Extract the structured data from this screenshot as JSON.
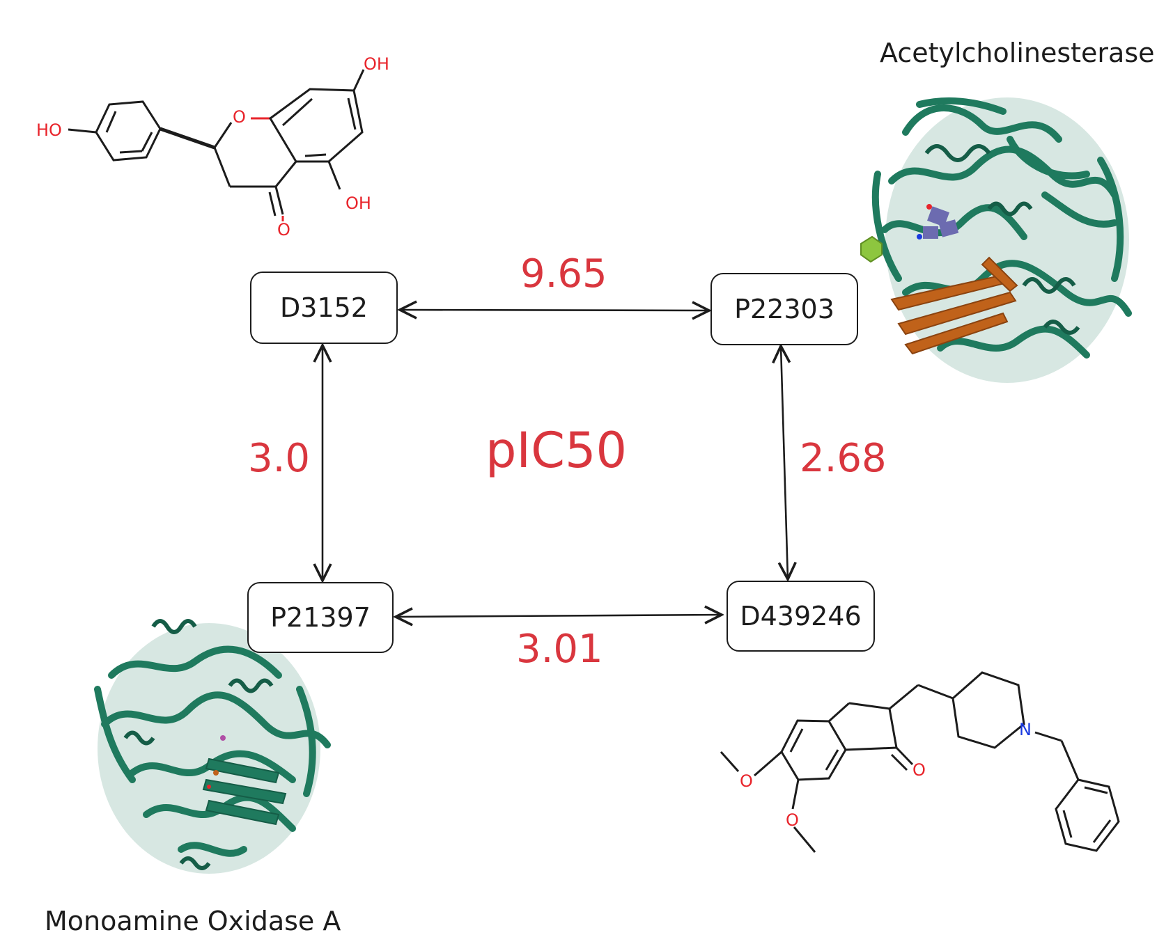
{
  "center_label": "pIC50",
  "nodes": {
    "d3152": "D3152",
    "p22303": "P22303",
    "p21397": "P21397",
    "d439246": "D439246"
  },
  "edges": {
    "d3152_p22303": "9.65",
    "d3152_p21397": "3.0",
    "p22303_d439246": "2.68",
    "p21397_d439246": "3.01"
  },
  "proteins": {
    "top_right": "Acetylcholinesterase",
    "bottom_left": "Monoamine Oxidase A"
  },
  "molecule_atoms": {
    "hydroxyl": "OH",
    "hydroxyl_left": "HO",
    "oxygen": "O",
    "nitrogen": "N"
  },
  "colors": {
    "accent": "#d9363e",
    "protein": "#1f7a5e",
    "protein_dark": "#155d47",
    "strand_orange": "#c0621a",
    "ligand_purple": "#6c6bb0",
    "ligand_green": "#8dc63f",
    "oxygen": "#e8242b",
    "nitrogen": "#1a3ae0",
    "bond": "#1c1c1c"
  }
}
